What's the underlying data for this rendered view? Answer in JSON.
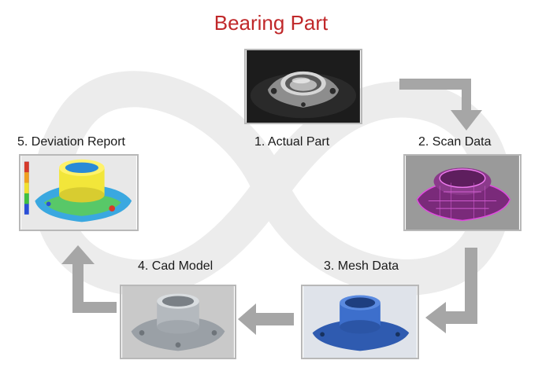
{
  "title": "Bearing Part",
  "steps": [
    {
      "label": "1. Actual Part",
      "image": "photo of machined bearing housing"
    },
    {
      "label": "2. Scan Data",
      "image": "magenta point-cloud scan of bearing"
    },
    {
      "label": "3. Mesh Data",
      "image": "blue polygon mesh of bearing"
    },
    {
      "label": "4. Cad Model",
      "image": "grey solid CAD model of bearing"
    },
    {
      "label": "5. Deviation Report",
      "image": "color deviation map of bearing"
    }
  ],
  "colors": {
    "title": "#c0282a",
    "arrow": "#a6a6a6",
    "infinity_watermark": "#ececec"
  },
  "icons": [
    "arrow-right-down",
    "arrow-down-left",
    "arrow-left",
    "arrow-left-up"
  ]
}
